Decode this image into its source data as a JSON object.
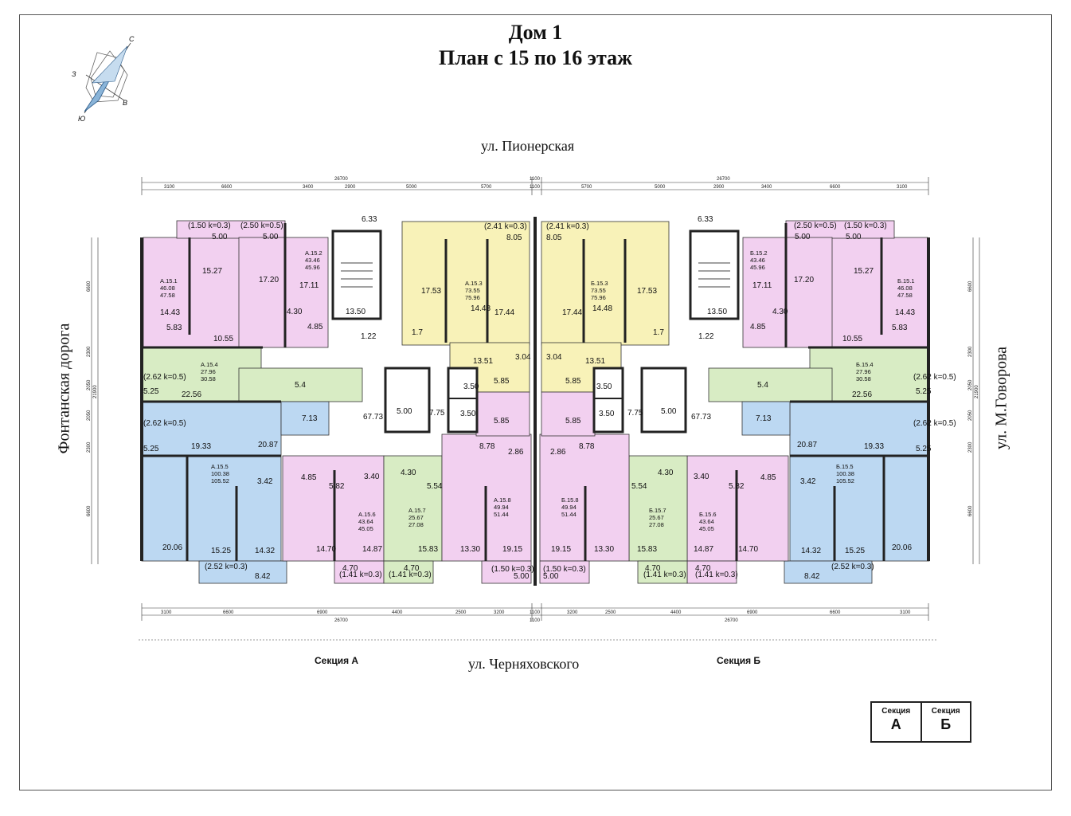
{
  "title": {
    "line1": "Дом 1",
    "line2": "План с 15 по 16 этаж"
  },
  "streets": {
    "top": "ул. Пионерская",
    "bottom": "ул. Черняховского",
    "left": "Фонтанская дорога",
    "right": "ул. М.Говорова"
  },
  "compass": {
    "north": "С",
    "south": "Ю",
    "east": "В",
    "west": "З"
  },
  "sections": {
    "a_label": "Секция А",
    "b_label": "Секция Б"
  },
  "legend": {
    "a_word": "Секция",
    "a_letter": "А",
    "b_word": "Секция",
    "b_letter": "Б"
  },
  "dimensions": {
    "top_total_a": "26700",
    "top_total_b": "26700",
    "top_a": [
      "3100",
      "6600",
      "3400",
      "2900",
      "5000",
      "5700"
    ],
    "top_mid": "1100",
    "top_b": [
      "5700",
      "5000",
      "2900",
      "3400",
      "6600",
      "3100"
    ],
    "bottom_a": [
      "3100",
      "6600",
      "6900",
      "4400",
      "2500",
      "3200"
    ],
    "bottom_mid": "1100",
    "bottom_b": [
      "3200",
      "2500",
      "4400",
      "6900",
      "6600",
      "3100"
    ],
    "bottom_total_a": "26700",
    "bottom_total_b": "26700",
    "side": [
      "6600",
      "2300",
      "2050",
      "2050",
      "2300",
      "6600"
    ],
    "side_total": "21900"
  },
  "apartments": [
    {
      "id": "A.15.1",
      "area": "46.08",
      "total": "47.58",
      "color": "#f2d0f0"
    },
    {
      "id": "A.15.2",
      "area": "43.46",
      "total": "45.96",
      "color": "#f2d0f0"
    },
    {
      "id": "A.15.3",
      "area": "73.55",
      "total": "75.96",
      "color": "#f8f2b8"
    },
    {
      "id": "A.15.4",
      "area": "27.96",
      "total": "30.58",
      "color": "#d8ecc4"
    },
    {
      "id": "A.15.5",
      "area": "100.38",
      "total": "105.52",
      "color": "#bcd8f2"
    },
    {
      "id": "A.15.6",
      "area": "43.64",
      "total": "45.05",
      "color": "#f2d0f0"
    },
    {
      "id": "A.15.7",
      "area": "25.67",
      "total": "27.08",
      "color": "#d8ecc4"
    },
    {
      "id": "A.15.8",
      "area": "49.94",
      "total": "51.44",
      "color": "#f2d0f0"
    },
    {
      "id": "Б.15.1",
      "area": "46.08",
      "total": "47.58",
      "color": "#f2d0f0"
    },
    {
      "id": "Б.15.2",
      "area": "43.46",
      "total": "45.96",
      "color": "#f2d0f0"
    },
    {
      "id": "Б.15.3",
      "area": "73.55",
      "total": "75.96",
      "color": "#f8f2b8"
    },
    {
      "id": "Б.15.4",
      "area": "27.96",
      "total": "30.58",
      "color": "#d8ecc4"
    },
    {
      "id": "Б.15.5",
      "area": "100.38",
      "total": "105.52",
      "color": "#bcd8f2"
    },
    {
      "id": "Б.15.6",
      "area": "43.64",
      "total": "45.05",
      "color": "#f2d0f0"
    },
    {
      "id": "Б.15.7",
      "area": "25.67",
      "total": "27.08",
      "color": "#d8ecc4"
    },
    {
      "id": "Б.15.8",
      "area": "49.94",
      "total": "51.44",
      "color": "#f2d0f0"
    }
  ],
  "rooms_a": {
    "balc_1": "(1.50 k=0.3)",
    "balc_2": "(2.50 k=0.5)",
    "r_5a": "5.00",
    "r_5b": "5.00",
    "r_1527": "15.27",
    "r_1720": "17.20",
    "r_1711": "17.11",
    "r_1443": "14.43",
    "r_583": "5.83",
    "r_1055": "10.55",
    "r_430": "4.30",
    "r_485": "4.85",
    "r_633": "6.33",
    "r_1350": "13.50",
    "r_122": "1.22",
    "balc_3": "(2.41 k=0.3)",
    "r_805": "8.05",
    "r_1753": "17.53",
    "r_1448": "14.48",
    "r_1744": "17.44",
    "r_17": "1.7",
    "r_1351": "13.51",
    "r_304": "3.04",
    "r_585a": "5.85",
    "r_585b": "5.85",
    "r_350a": "3.50",
    "r_350b": "3.50",
    "r_500": "5.00",
    "r_775": "7.75",
    "r_6773": "67.73",
    "balc_4": "(2.62 k=0.5)",
    "r_525a": "5.25",
    "r_2256": "22.56",
    "r_54": "5.4",
    "r_713": "7.13",
    "balc_5": "(2.62 k=0.5)",
    "r_1933": "19.33",
    "r_2087": "20.87",
    "r_525b": "5.25",
    "r_342": "3.42",
    "r_485b": "4.85",
    "r_582": "5.82",
    "r_340": "3.40",
    "r_430b": "4.30",
    "r_554": "5.54",
    "r_878": "8.78",
    "r_286": "2.86",
    "r_2006": "20.06",
    "r_1525": "15.25",
    "r_1432": "14.32",
    "r_1470": "14.70",
    "r_1487": "14.87",
    "r_1583": "15.83",
    "r_1330": "13.30",
    "r_1915": "19.15",
    "balc_6": "(2.52 k=0.3)",
    "r_842": "8.42",
    "r_470a": "4.70",
    "balc_7": "(1.41 k=0.3)",
    "r_470b": "4.70",
    "balc_8": "(1.41 k=0.3)",
    "balc_9": "(1.50 k=0.3)",
    "r_500c": "5.00"
  },
  "rooms_b": {
    "balc_1": "(1.50 k=0.3)",
    "balc_2": "(2.50 k=0.5)",
    "r_5a": "5.00",
    "r_5b": "5.00",
    "r_1527": "15.27",
    "r_1720": "17.20",
    "r_1711": "17.11",
    "r_1443": "14.43",
    "r_583": "5.83",
    "r_1055": "10.55",
    "r_430": "4.30",
    "r_485": "4.85",
    "r_633": "6.33",
    "r_1350": "13.50",
    "r_122": "1.22",
    "balc_3": "(2.41 k=0.3)",
    "r_805": "8.05",
    "r_1753": "17.53",
    "r_1448": "14.48",
    "r_1744": "17.44",
    "r_17": "1.7",
    "r_1351": "13.51",
    "r_304": "3.04",
    "r_585a": "5.85",
    "r_585b": "5.85",
    "r_350a": "3.50",
    "r_350b": "3.50",
    "r_500": "5.00",
    "r_775": "7.75",
    "r_6773": "67.73",
    "balc_4": "(2.62 k=0.5)",
    "r_525a": "5.25",
    "r_2256": "22.56",
    "r_54": "5.4",
    "r_713": "7.13",
    "balc_5": "(2.62 k=0.5)",
    "r_1933": "19.33",
    "r_2087": "20.87",
    "r_525b": "5.25",
    "r_342": "3.42",
    "r_485b": "4.85",
    "r_582": "5.82",
    "r_340": "3.40",
    "r_430b": "4.30",
    "r_554": "5.54",
    "r_878": "8.78",
    "r_286": "2.86",
    "r_2006": "20.06",
    "r_1525": "15.25",
    "r_1432": "14.32",
    "r_1470": "14.70",
    "r_1487": "14.87",
    "r_1583": "15.83",
    "r_1330": "13.30",
    "r_1915": "19.15",
    "balc_6": "(2.52 k=0.3)",
    "r_842": "8.42",
    "r_470a": "4.70",
    "balc_7": "(1.41 k=0.3)",
    "r_470b": "4.70",
    "balc_8": "(1.41 k=0.3)",
    "balc_9": "(1.50 k=0.3)",
    "r_500c": "5.00"
  }
}
